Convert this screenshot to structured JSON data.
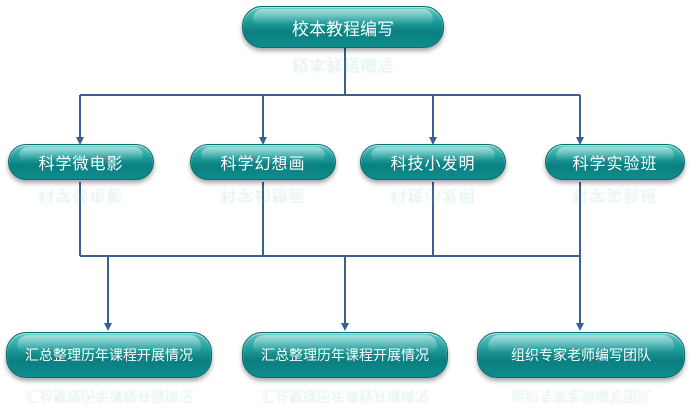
{
  "diagram": {
    "root": {
      "label": "校本教程编写"
    },
    "branches": [
      {
        "label": "科学微电影"
      },
      {
        "label": "科学幻想画"
      },
      {
        "label": "科技小发明"
      },
      {
        "label": "科学实验班"
      }
    ],
    "outputs": [
      {
        "label": "汇总整理历年课程开展情况"
      },
      {
        "label": "汇总整理历年课程开展情况"
      },
      {
        "label": "组织专家老师编写团队"
      }
    ],
    "colors": {
      "node_fill": "#0e8a8a",
      "node_highlight": "#5fcac6",
      "connector": "#3b5f8e",
      "text": "#ffffff"
    }
  }
}
